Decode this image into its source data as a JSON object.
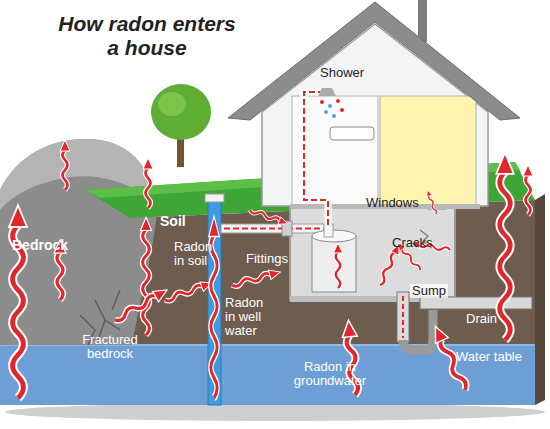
{
  "diagram": {
    "title": "How radon enters a house",
    "labels": [
      "Shower",
      "Windows",
      "Bedrock",
      "Soil",
      "Radon in soil",
      "Cracks",
      "Fittings",
      "Sump",
      "Radon in well water",
      "Drain",
      "Fractured bedrock",
      "Water table",
      "Radon in groundwater"
    ]
  }
}
